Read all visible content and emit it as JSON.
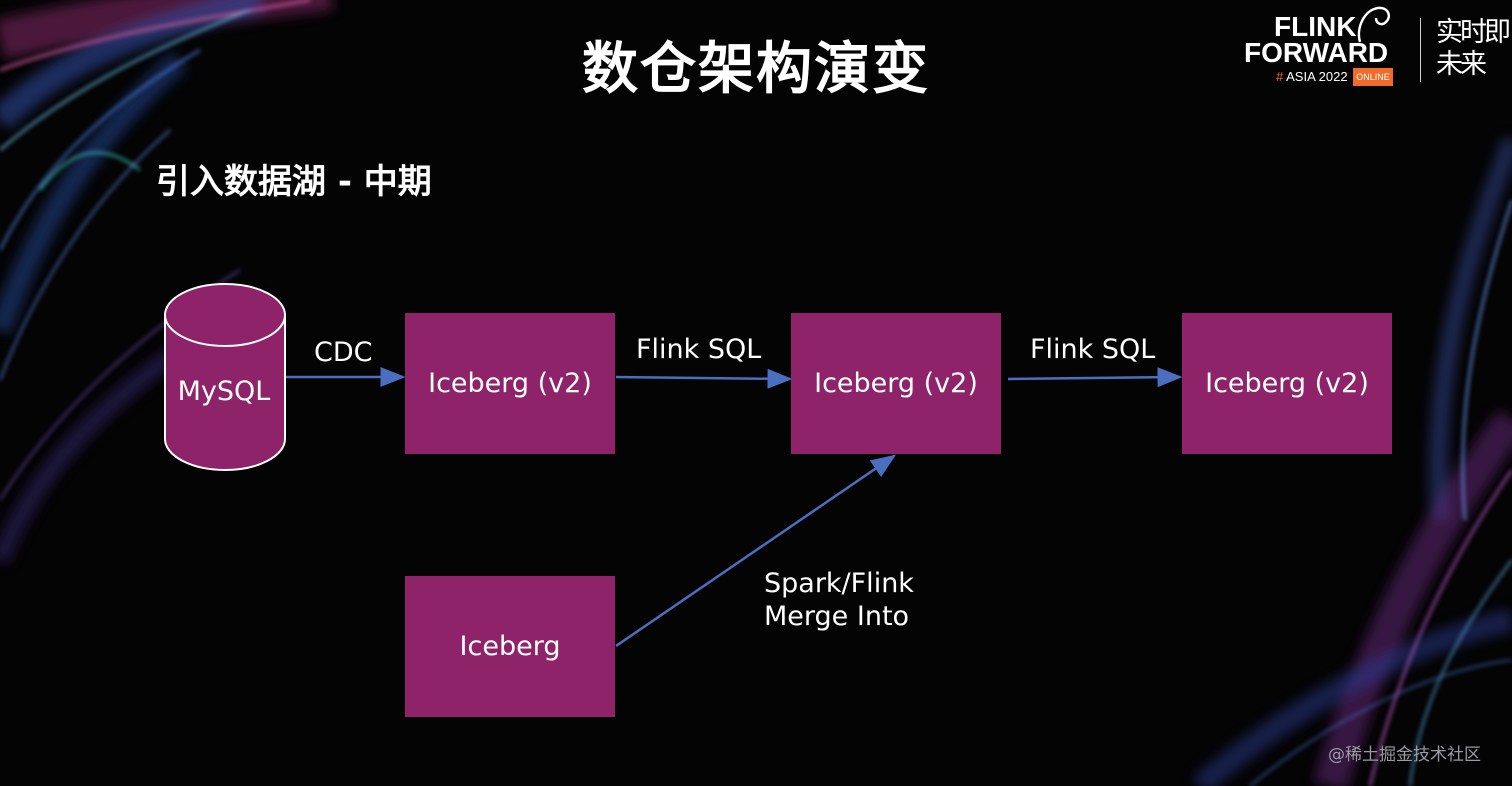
{
  "slide": {
    "title": "数仓架构演变",
    "subtitle": "引入数据湖 - 中期"
  },
  "logo": {
    "line1": "FLINK",
    "line2": "FORWARD",
    "hash": "#",
    "event": "ASIA 2022",
    "badge": "ONLINE",
    "tagline_top": "实时即",
    "tagline_bottom": "未来",
    "accent_color": "#f26b2a"
  },
  "diagram": {
    "nodes": {
      "mysql": "MySQL",
      "iceberg_v2_a": "Iceberg (v2)",
      "iceberg_v2_b": "Iceberg (v2)",
      "iceberg_v2_c": "Iceberg (v2)",
      "iceberg_source": "Iceberg"
    },
    "edges": {
      "cdc": "CDC",
      "flink_sql_1": "Flink SQL",
      "flink_sql_2": "Flink SQL",
      "merge_line1": "Spark/Flink",
      "merge_line2": "Merge Into"
    },
    "node_color": "#8e2369",
    "arrow_color": "#4a6fc0"
  },
  "watermark": "@稀土掘金技术社区"
}
